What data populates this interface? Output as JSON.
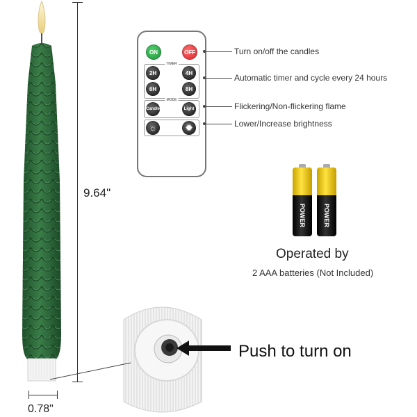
{
  "remote": {
    "on_label": "ON",
    "off_label": "OFF",
    "timer_label": "TIMER",
    "timer_2h": "2H",
    "timer_4h": "4H",
    "timer_6h": "6H",
    "timer_8h": "8H",
    "mode_label": "MODE",
    "mode_candle": "Candle",
    "mode_light": "Light"
  },
  "callouts": {
    "power": "Turn on/off the candles",
    "timer": "Automatic timer and cycle every 24 hours",
    "mode": "Flickering/Non-flickering flame",
    "brightness": "Lower/Increase brightness"
  },
  "batteries": {
    "brand": "POWER",
    "polarity": "+",
    "title": "Operated by",
    "subtitle": "2 AAA batteries (Not Included)"
  },
  "dimensions": {
    "height": "9.64\"",
    "diameter": "0.78\""
  },
  "switch": {
    "instruction": "Push to turn on"
  },
  "colors": {
    "candle_green": "#2e6b3c",
    "candle_base": "#f2f2f2",
    "on_button": "#1f8f3a",
    "off_button": "#d8232a",
    "battery_gold": "#f5d800"
  }
}
